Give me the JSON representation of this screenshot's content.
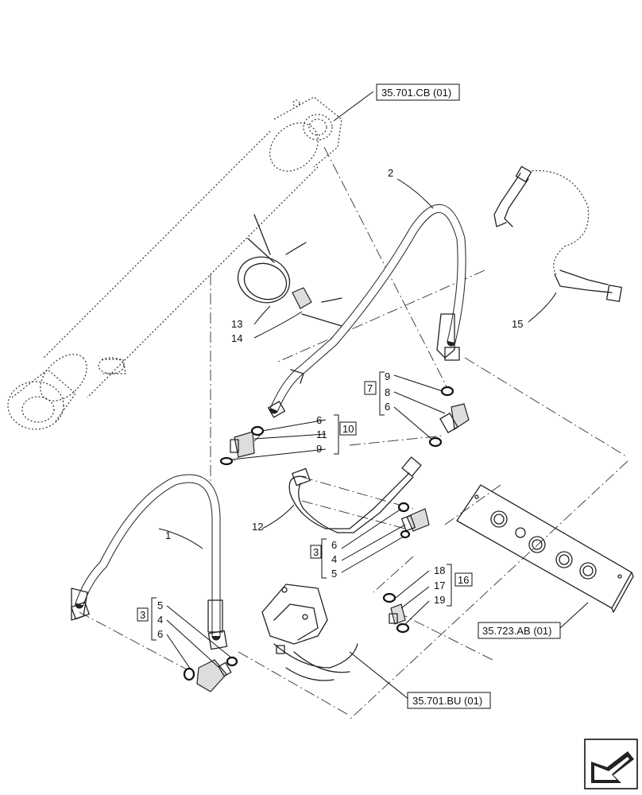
{
  "references": {
    "cylinder": "35.701.CB (01)",
    "valve": "35.701.BU (01)",
    "plate": "35.723.AB (01)"
  },
  "labels": {
    "n1": "1",
    "n2": "2",
    "n3a": "3",
    "n3b": "3",
    "n4a": "4",
    "n4b": "4",
    "n5a": "5",
    "n5b": "5",
    "n6a": "6",
    "n6b": "6",
    "n6c": "6",
    "n6d": "6",
    "n7": "7",
    "n8": "8",
    "n9a": "9",
    "n9b": "9",
    "n10": "10",
    "n11": "11",
    "n12": "12",
    "n13": "13",
    "n14": "14",
    "n15": "15",
    "n16": "16",
    "n17": "17",
    "n18": "18",
    "n19": "19"
  },
  "icons": {
    "corner": "arrow-icon"
  }
}
